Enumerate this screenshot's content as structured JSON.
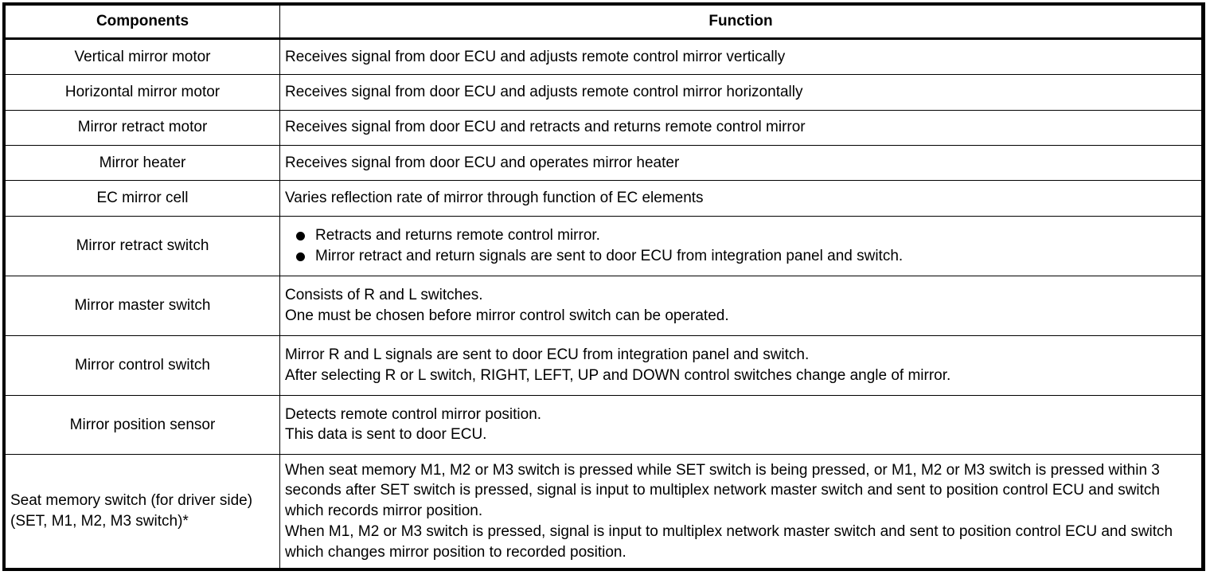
{
  "table": {
    "headers": {
      "components": "Components",
      "function": "Function"
    },
    "rows": [
      {
        "component": "Vertical mirror motor",
        "function": [
          "Receives signal from door ECU and adjusts remote control mirror vertically"
        ]
      },
      {
        "component": "Horizontal mirror motor",
        "function": [
          "Receives signal from door ECU and adjusts remote control mirror horizontally"
        ]
      },
      {
        "component": "Mirror retract motor",
        "function": [
          "Receives signal from door ECU and retracts and returns remote control mirror"
        ]
      },
      {
        "component": "Mirror heater",
        "function": [
          "Receives signal from door ECU and operates mirror heater"
        ]
      },
      {
        "component": "EC mirror cell",
        "function": [
          "Varies reflection rate of mirror through function of EC elements"
        ]
      },
      {
        "component": "Mirror retract switch",
        "bullets": [
          "Retracts and returns remote control mirror.",
          "Mirror retract and return signals are sent to door ECU from integration panel and switch."
        ]
      },
      {
        "component": "Mirror master switch",
        "function": [
          "Consists of R and L switches.",
          "One must be chosen before mirror control switch can be operated."
        ]
      },
      {
        "component": "Mirror control switch",
        "function": [
          "Mirror R and L signals are sent to door ECU from integration panel and switch.",
          "After selecting R or L switch, RIGHT, LEFT, UP and DOWN control switches change angle of mirror."
        ]
      },
      {
        "component": "Mirror position sensor",
        "function": [
          "Detects remote control mirror position.",
          "This data is sent to door ECU."
        ]
      },
      {
        "component": "Seat memory switch (for driver side) (SET, M1, M2, M3 switch)*",
        "function": [
          "When seat memory M1, M2 or M3 switch is pressed while SET switch is being pressed, or M1, M2 or M3 switch is pressed within 3 seconds after SET switch is pressed, signal is input to multiplex network master switch and sent to position control ECU and switch which records mirror position.",
          "When M1, M2 or M3 switch is pressed, signal is input to multiplex network master switch and sent to position control ECU and switch which changes mirror position to recorded position."
        ]
      }
    ]
  }
}
